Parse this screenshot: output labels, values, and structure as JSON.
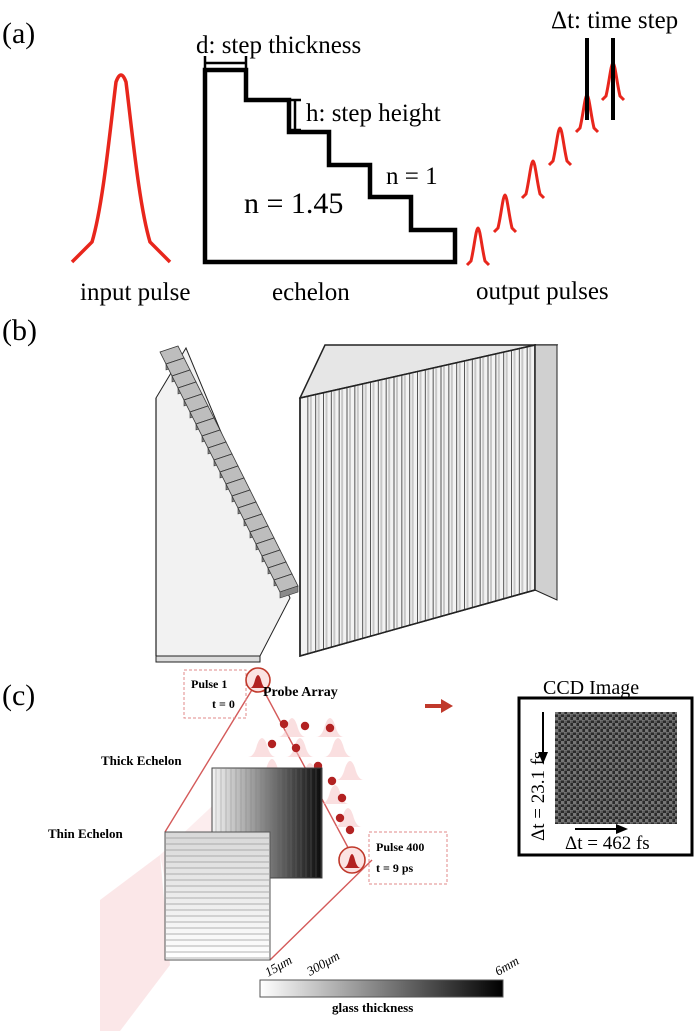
{
  "panel_a": {
    "label": "(a)",
    "step_thickness_label": "d: step thickness",
    "step_height_label": "h: step height",
    "index_echelon_label": "n = 1.45",
    "index_air_label": "n = 1",
    "time_step_label": "Δt: time step",
    "input_pulse_label": "input pulse",
    "echelon_label": "echelon",
    "output_pulses_label": "output pulses",
    "pulse_color": "#e8261c"
  },
  "panel_b": {
    "label": "(b)"
  },
  "panel_c": {
    "label": "(c)",
    "pulse1_label": "Pulse 1",
    "pulse1_time": "t = 0",
    "probe_array_label": "Probe Array",
    "thick_echelon_label": "Thick Echelon",
    "thin_echelon_label": "Thin Echelon",
    "pulse400_label": "Pulse 400",
    "pulse400_time": "t = 9 ps",
    "ccd_title": "CCD Image",
    "ccd_vertical_label": "Δt = 23.1 fs",
    "ccd_horizontal_label": "Δt = 462 fs",
    "scale_tick_15": "15μm",
    "scale_tick_300": "300μm",
    "scale_tick_6": "6mm",
    "scale_caption": "glass thickness",
    "accent_color": "#c0392b"
  }
}
